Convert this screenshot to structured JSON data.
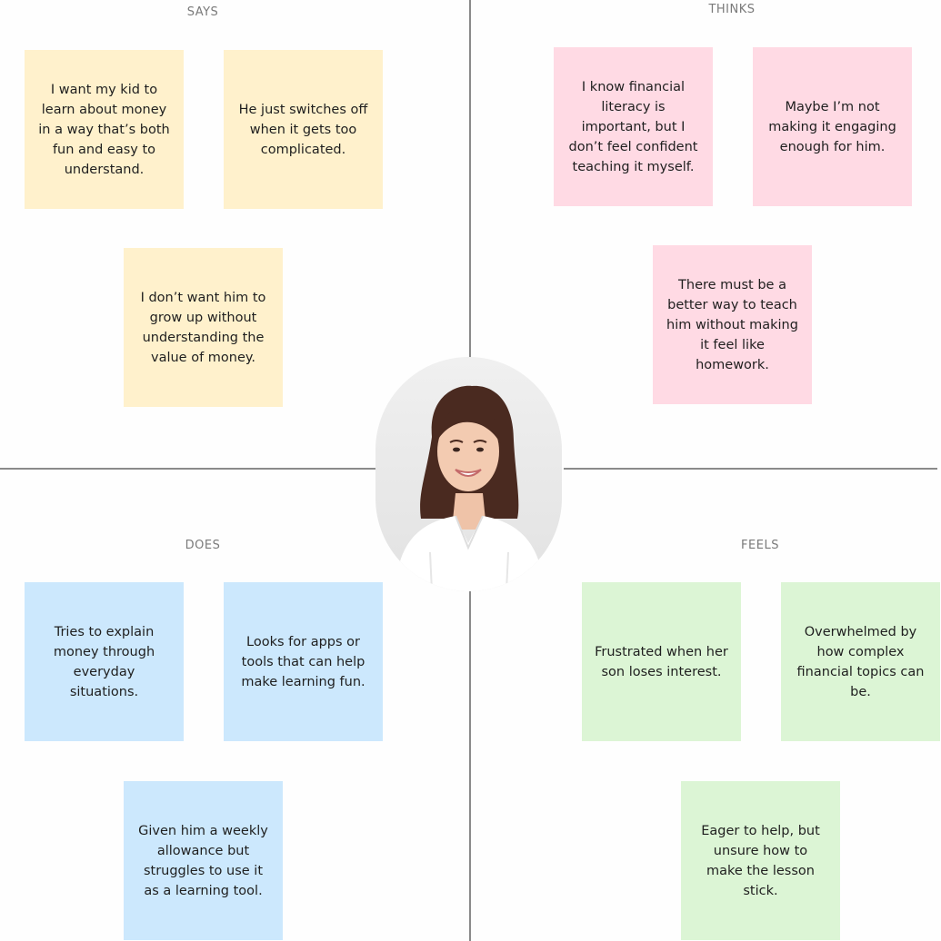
{
  "quadrants": {
    "says": {
      "label": "SAYS",
      "notes": [
        "I want my kid to learn about money in a way that’s both fun and easy to understand.",
        "He just switches off when it gets too complicated.",
        "I don’t want him to grow up without understanding the value of money."
      ]
    },
    "thinks": {
      "label": "THINKS",
      "notes": [
        "I know financial literacy is important, but I don’t feel confident teaching it myself.",
        "Maybe I’m not making it engaging enough for him.",
        "There must be a better way to teach him without making it feel like homework."
      ]
    },
    "does": {
      "label": "DOES",
      "notes": [
        "Tries to explain money through everyday situations.",
        "Looks for apps or tools that can help make learning fun.",
        "Given him a weekly allowance but struggles to use it as a learning tool."
      ]
    },
    "feels": {
      "label": "FEELS",
      "notes": [
        "Frustrated when her son loses interest.",
        "Overwhelmed by how complex financial topics can be.",
        "Eager to help, but unsure how to make the lesson stick."
      ]
    }
  },
  "colors": {
    "says": "#fff1cc",
    "thinks": "#ffdae4",
    "does": "#cce8fd",
    "feels": "#dcf5d5",
    "axis": "#8a8a8a"
  }
}
